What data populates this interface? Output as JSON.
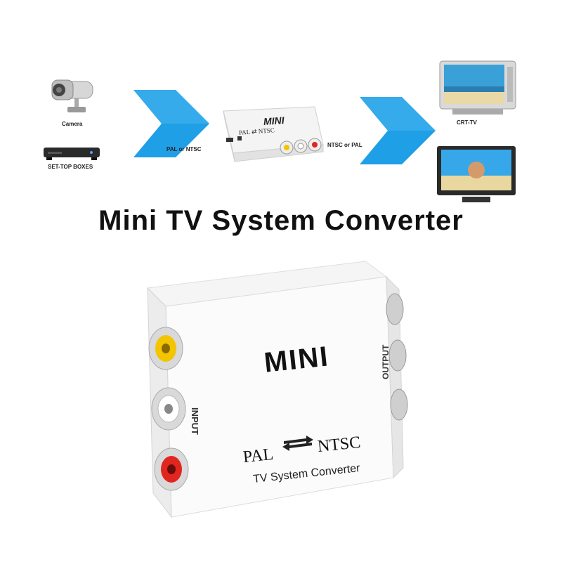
{
  "diagram": {
    "source_labels": {
      "camera": "Camera",
      "settop": "SET-TOP BOXES"
    },
    "arrow_labels": {
      "input_signal": "PAL or NTSC",
      "output_signal": "NTSC or PAL"
    },
    "device_labels": {
      "mini": "MINI",
      "pal_ntsc": "PAL ⇄ NTSC"
    },
    "display_labels": {
      "crt": "CRT-TV"
    },
    "arrow_color": "#1e9fe6"
  },
  "headline": "Mini TV System Converter",
  "product": {
    "logo": "MINI",
    "input_label": "INPUT",
    "output_label": "OUTPUT",
    "pal": "PAL",
    "ntsc": "NTSC",
    "subtitle": "TV System Converter",
    "connector_colors": {
      "video": "#f2c500",
      "audio_left": "#ffffff",
      "audio_right": "#e0261f"
    }
  }
}
